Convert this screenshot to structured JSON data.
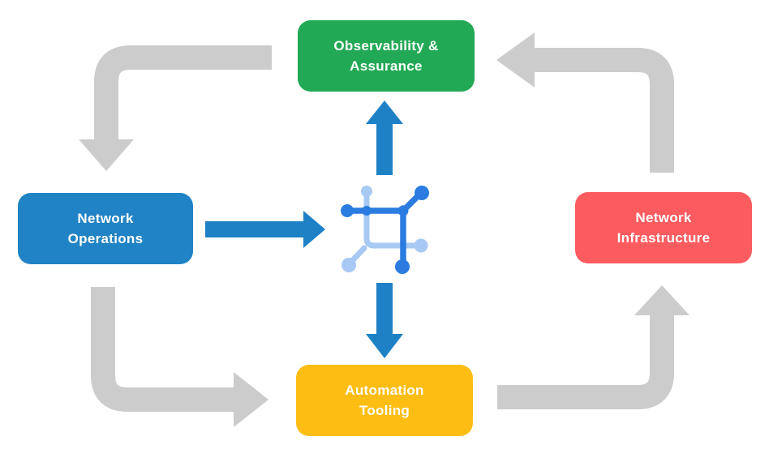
{
  "colors": {
    "background": "#FFFFFF",
    "arrow_gray": "#CCCCCC",
    "arrow_blue": "#1E81C6",
    "icon_dark": "#2A7CE0",
    "icon_light": "#A7C9F3",
    "node_text": "#FFFFFF",
    "node_green": "#22A955",
    "node_blue": "#2083C5",
    "node_red": "#FC5B5F",
    "node_yellow": "#FDBD12"
  },
  "nodes": {
    "observability": {
      "label": "Observability &\nAssurance",
      "color": "#22A955"
    },
    "operations": {
      "label": "Network\nOperations",
      "color": "#2083C5"
    },
    "infrastructure": {
      "label": "Network\nInfrastructure",
      "color": "#FC5B5F"
    },
    "automation": {
      "label": "Automation\nTooling",
      "color": "#FDBD12"
    }
  },
  "center_icon": {
    "name": "network-mesh-icon"
  },
  "flows": [
    {
      "from": "Observability & Assurance",
      "to": "Network Operations",
      "style": "gray-elbow"
    },
    {
      "from": "Network Operations",
      "to": "Automation Tooling",
      "style": "gray-elbow"
    },
    {
      "from": "Automation Tooling",
      "to": "Network Infrastructure",
      "style": "gray-elbow"
    },
    {
      "from": "Network Infrastructure",
      "to": "Observability & Assurance",
      "style": "gray-elbow"
    },
    {
      "from": "Network Operations",
      "to": "center-icon",
      "style": "blue-straight"
    },
    {
      "from": "center-icon",
      "to": "Observability & Assurance",
      "style": "blue-straight"
    },
    {
      "from": "center-icon",
      "to": "Automation Tooling",
      "style": "blue-straight"
    }
  ]
}
